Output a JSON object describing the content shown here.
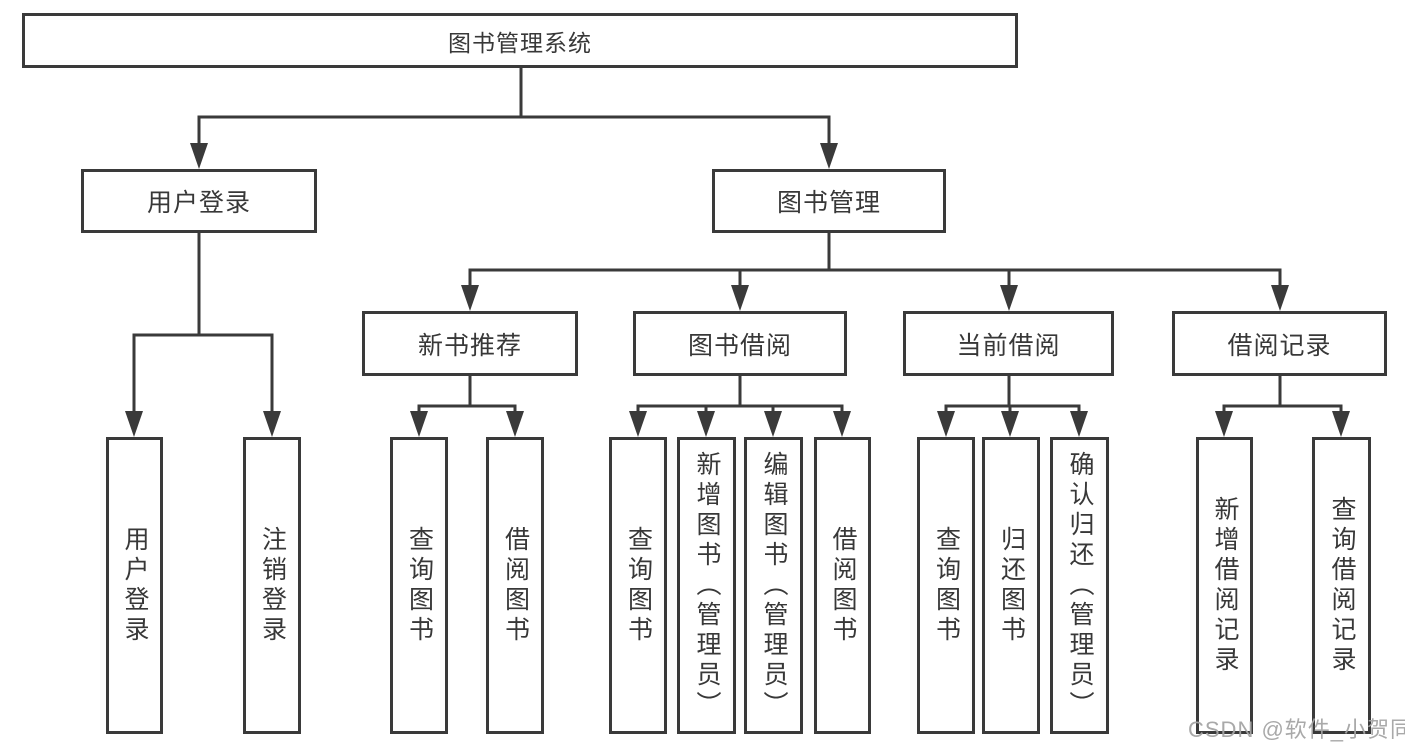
{
  "diagram": {
    "type": "hierarchy-tree",
    "colors": {
      "background": "#ffffff",
      "line": "#3a3a3a",
      "box_border": "#3a3a3a",
      "text": "#383838",
      "watermark": "#a4a4a4"
    },
    "nodes": {
      "root": {
        "label": "图书管理系统"
      },
      "level2": [
        {
          "label": "用户登录"
        },
        {
          "label": "图书管理"
        }
      ],
      "level3": [
        {
          "label": "新书推荐"
        },
        {
          "label": "图书借阅"
        },
        {
          "label": "当前借阅"
        },
        {
          "label": "借阅记录"
        }
      ],
      "leaves": {
        "user_login": [
          {
            "label": "用户登录"
          },
          {
            "label": "注销登录"
          }
        ],
        "new_book_recommend": [
          {
            "label": "查询图书"
          },
          {
            "label": "借阅图书"
          }
        ],
        "book_borrow": [
          {
            "label": "查询图书"
          },
          {
            "label": "新增图书（管理员）"
          },
          {
            "label": "编辑图书（管理员）"
          },
          {
            "label": "借阅图书"
          }
        ],
        "current_borrow": [
          {
            "label": "查询图书"
          },
          {
            "label": "归还图书"
          },
          {
            "label": "确认归还（管理员）"
          }
        ],
        "borrow_records": [
          {
            "label": "新增借阅记录"
          },
          {
            "label": "查询借阅记录"
          }
        ]
      }
    },
    "watermark": {
      "text": "CSDN @软件_小贺同学"
    }
  }
}
